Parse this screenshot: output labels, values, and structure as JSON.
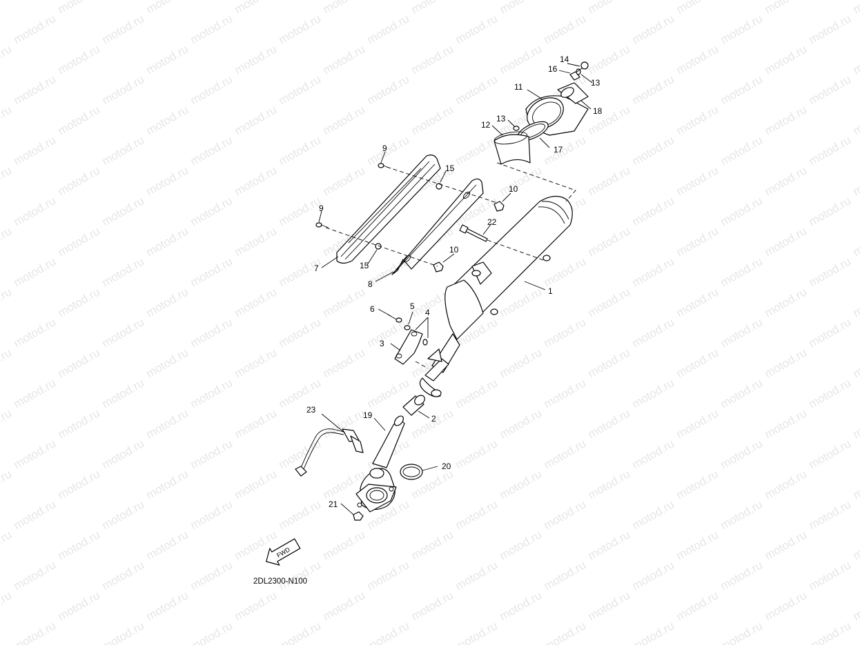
{
  "watermark": {
    "text": "motod.ru",
    "color": "#e6e6e6"
  },
  "diagram_code": "2DL2300-N100",
  "fwd_label": "FWD",
  "callouts": [
    "1",
    "2",
    "3",
    "4",
    "5",
    "6",
    "7",
    "8",
    "9",
    "9",
    "10",
    "10",
    "11",
    "12",
    "13",
    "13",
    "14",
    "15",
    "15",
    "16",
    "17",
    "18",
    "19",
    "20",
    "21",
    "22",
    "23"
  ]
}
